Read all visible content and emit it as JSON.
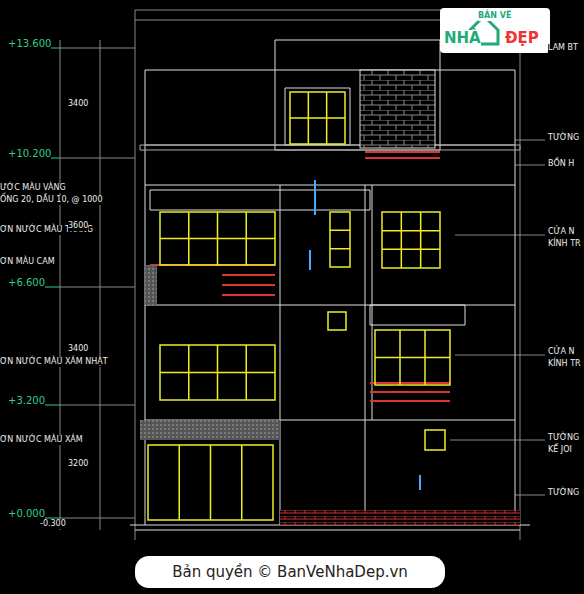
{
  "diagram": {
    "nodes": [
      {
        "text": [
          "Bản quyền © BanVeNhaDep.vn"
        ]
      }
    ],
    "labels": [
      "+13.600",
      "+10.200",
      "ƯỚC MÀU VÀNG",
      "ỐNG 20, DẦU 10, @ 1000",
      "ƠN NƯỚC MÀU TRẮNG",
      "ƠN MÀU CAM",
      "+6.600",
      "ƠN NƯỚC MÀU XÁM NHẠT",
      "+3.200",
      "ƠN NƯỚC MÀU XÁM",
      "+0.000",
      "-0.300",
      "LAM BT",
      "TƯỜNG",
      "BỒN H",
      "CỬA N",
      "KÍNH TR",
      "CỬA N",
      "KÍNH TR",
      "TƯỜNG",
      "KẾ JOI",
      "TƯỜNG",
      "BẢN VẼ",
      "NHÀ",
      "ĐẸP",
      "3400",
      "3600",
      "3400",
      "3200"
    ]
  }
}
